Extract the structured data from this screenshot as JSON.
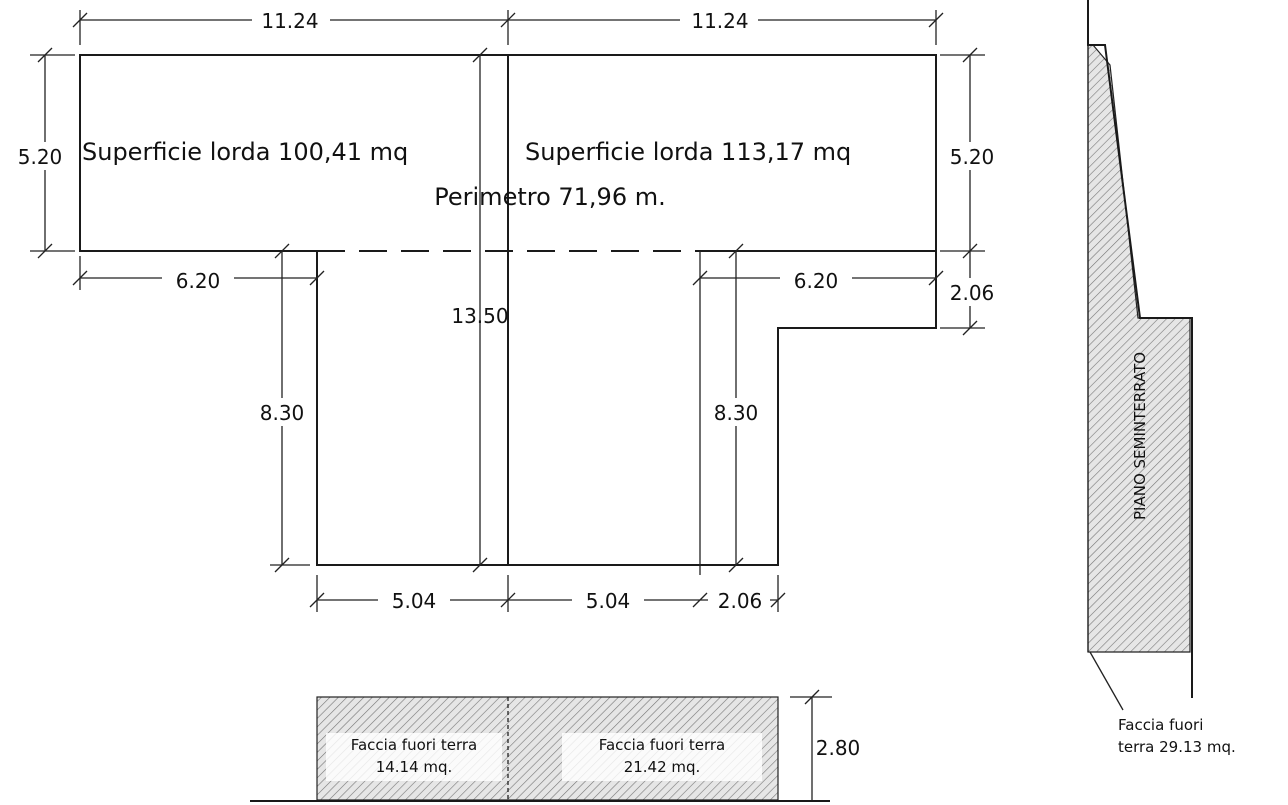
{
  "plan": {
    "dim_top_left": "11.24",
    "dim_top_right": "11.24",
    "dim_left_height": "5.20",
    "dim_right_height": "5.20",
    "area_left": "Superficie lorda 100,41 mq",
    "area_right": "Superficie lorda 113,17 mq",
    "perimeter": "Perimetro 71,96 m.",
    "dim_bottom_left_wing": "6.20",
    "dim_bottom_right_wing": "6.20",
    "dim_step": "2.06",
    "dim_center_height": "13.50",
    "dim_left_leg": "8.30",
    "dim_right_leg": "8.30",
    "dim_base_left": "5.04",
    "dim_base_right": "5.04",
    "dim_base_step": "2.06"
  },
  "elevation": {
    "face_left": "Faccia fuori terra",
    "area_left": "14.14 mq.",
    "face_right": "Faccia fuori terra",
    "area_right": "21.42 mq.",
    "height": "2.80"
  },
  "section": {
    "label": "PIANO SEMINTERRATO",
    "note_line1": "Faccia fuori",
    "note_line2": "terra 29.13 mq."
  }
}
